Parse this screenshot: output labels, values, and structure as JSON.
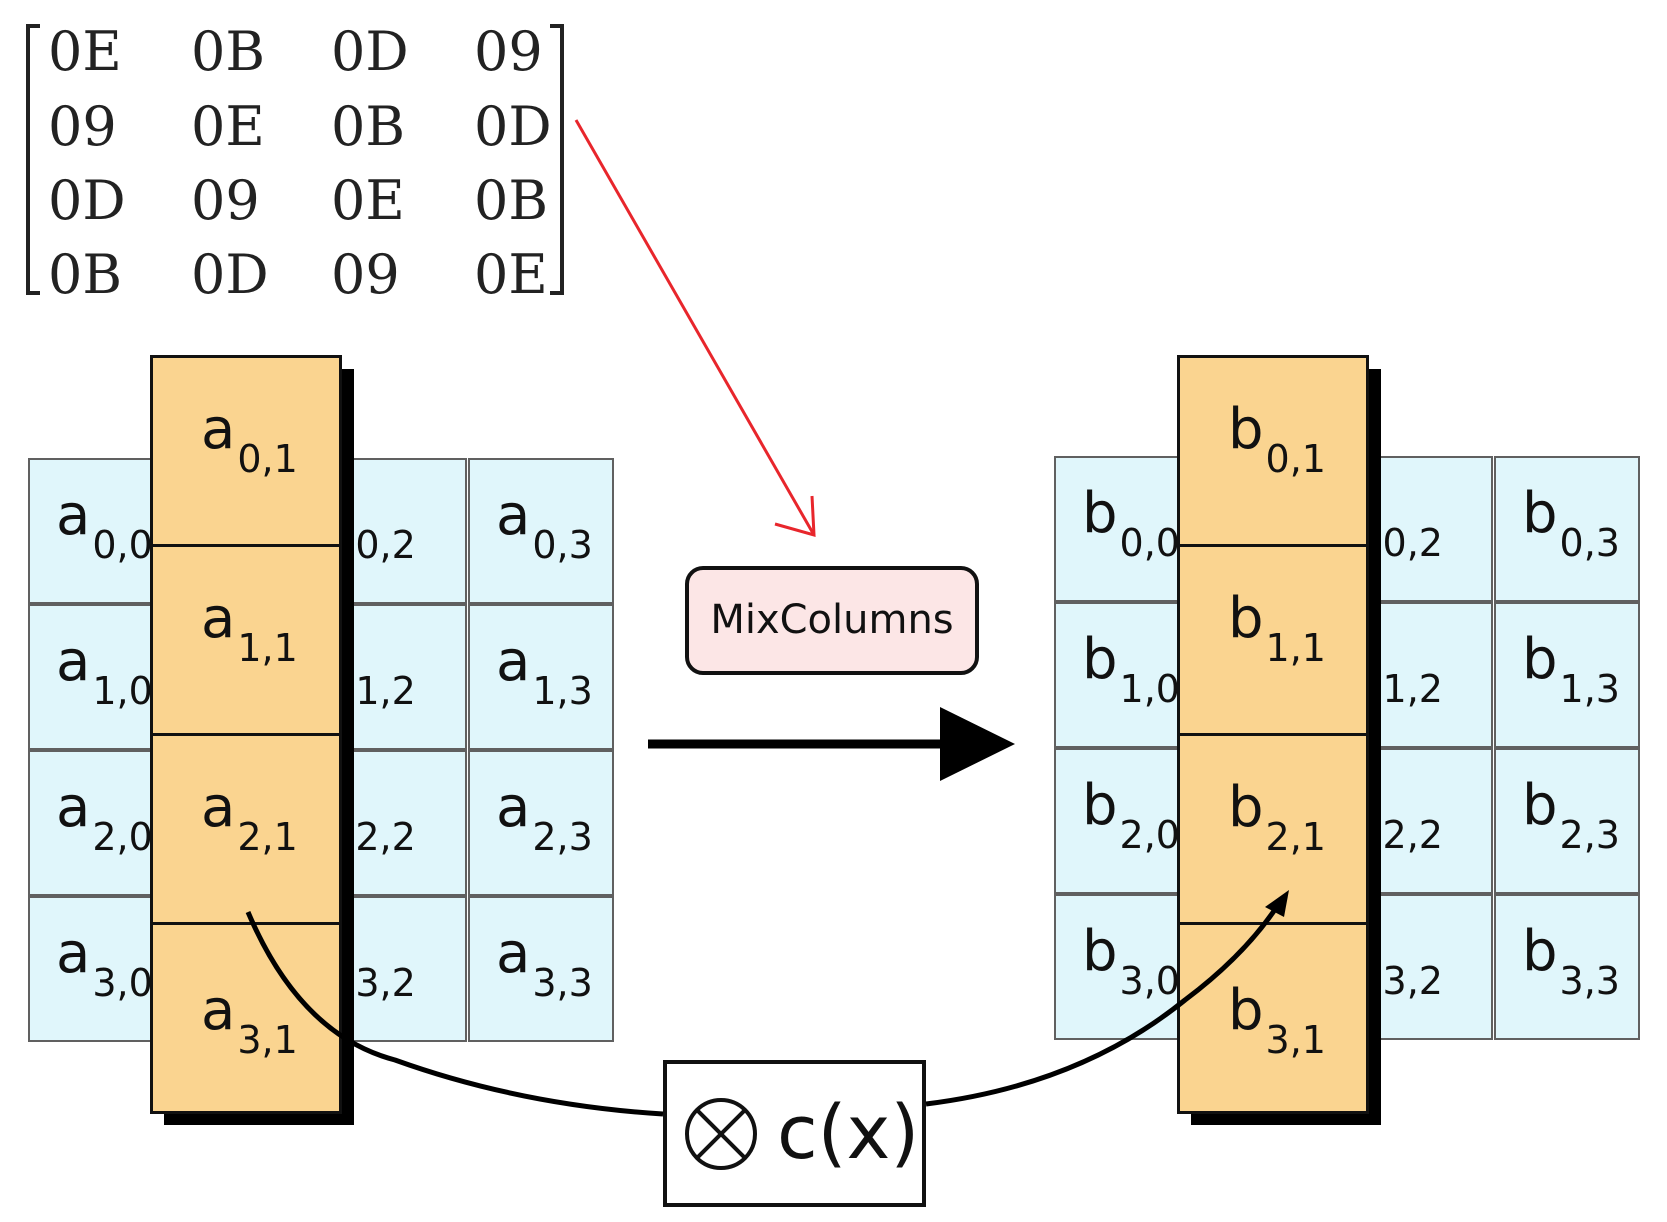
{
  "matrix": {
    "rows": [
      [
        "0E",
        "0B",
        "0D",
        "09"
      ],
      [
        "09",
        "0E",
        "0B",
        "0D"
      ],
      [
        "0D",
        "09",
        "0E",
        "0B"
      ],
      [
        "0B",
        "0D",
        "09",
        "0E"
      ]
    ]
  },
  "input_state": {
    "letter": "a",
    "cells": [
      [
        "0,0",
        "0,1",
        "0,2",
        "0,3"
      ],
      [
        "1,0",
        "1,1",
        "1,2",
        "1,3"
      ],
      [
        "2,0",
        "2,1",
        "2,2",
        "2,3"
      ],
      [
        "3,0",
        "3,1",
        "3,2",
        "3,3"
      ]
    ],
    "highlight_column": 1
  },
  "output_state": {
    "letter": "b",
    "cells": [
      [
        "0,0",
        "0,1",
        "0,2",
        "0,3"
      ],
      [
        "1,0",
        "1,1",
        "1,2",
        "1,3"
      ],
      [
        "2,0",
        "2,1",
        "2,2",
        "2,3"
      ],
      [
        "3,0",
        "3,1",
        "3,2",
        "3,3"
      ]
    ],
    "highlight_column": 1
  },
  "operation": {
    "label": "MixColumns",
    "multiplier": "c(x)"
  },
  "colors": {
    "state_cell": "#e0f6fb",
    "highlight_cell": "#fad490",
    "label_box": "#fce6e6",
    "annotation_arrow": "#e8262c"
  }
}
